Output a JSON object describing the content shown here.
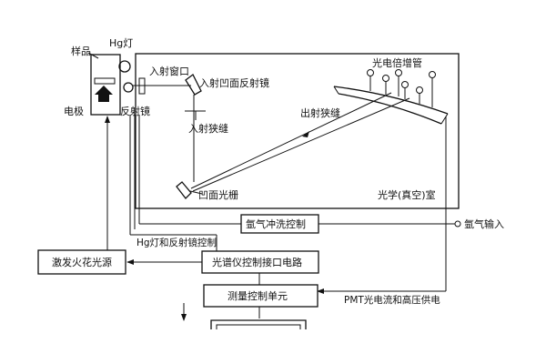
{
  "labels": {
    "sample": "样品",
    "hg_lamp": "Hg灯",
    "electrode": "电极",
    "reflector": "反射镜",
    "entrance_window": "入射窗口",
    "entrance_concave_mirror": "入射凹面反射镜",
    "entrance_slit": "入射狭缝",
    "concave_grating": "凹面光栅",
    "exit_slit": "出射狭缝",
    "pmt": "光电倍增管",
    "optical_chamber": "光学(真空)室",
    "argon_flush_control": "氩气冲洗控制",
    "argon_input": "氩气输入",
    "hg_reflector_control": "Hg灯和反射镜控制",
    "spark_source": "激发火花光源",
    "interface_circuit": "光谱仪控制接口电路",
    "measurement_unit": "测量控制单元",
    "pmt_supply": "PMT光电流和高压供电"
  },
  "colors": {
    "line": "#111111",
    "background": "#ffffff"
  }
}
